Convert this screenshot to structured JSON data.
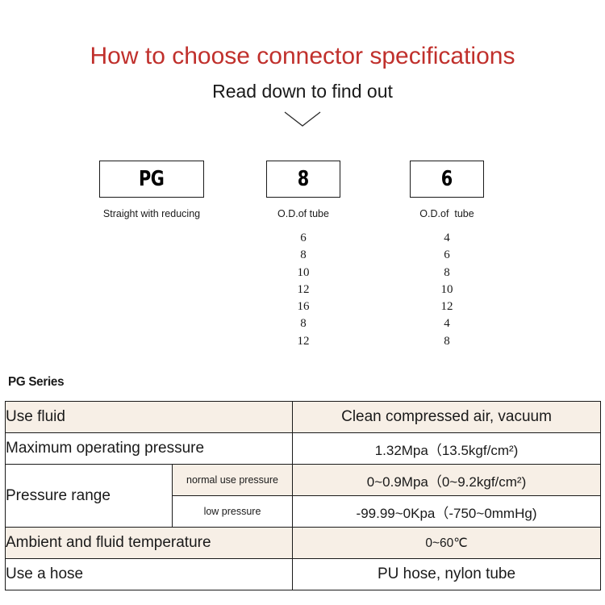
{
  "header": {
    "title": "How to choose connector specifications",
    "subtitle": "Read down to find out",
    "chevron_icon": "chevron-down-icon",
    "title_color": "#c0302c",
    "subtitle_color": "#1a1a1a"
  },
  "selector": {
    "boxes": [
      {
        "code": "PG",
        "caption": "Straight with reducing"
      },
      {
        "code": "8",
        "caption": "O.D.of tube"
      },
      {
        "code": "6",
        "caption": "O.D.of  tube"
      }
    ],
    "option_columns": [
      {
        "for": "8",
        "values": [
          "6",
          "8",
          "10",
          "12",
          "16",
          "8",
          "12"
        ]
      },
      {
        "for": "6",
        "values": [
          "4",
          "6",
          "8",
          "10",
          "12",
          "4",
          "8"
        ]
      }
    ]
  },
  "spec": {
    "heading": "PG Series",
    "tint_color": "#f7efe6",
    "rows": [
      {
        "label": "Use fluid",
        "value": "Clean compressed air, vacuum",
        "tinted": true,
        "value_size": "big"
      },
      {
        "label": "Maximum operating pressure",
        "value": "1.32Mpa（13.5kgf/cm²)",
        "tinted": false,
        "value_size": "normal"
      },
      {
        "label": "Pressure range",
        "sublabel": "normal use pressure",
        "value": "0~0.9Mpa（0~9.2kgf/cm²)",
        "tinted": true,
        "value_size": "normal"
      },
      {
        "sublabel": "low pressure",
        "value": "-99.99~0Kpa（-750~0mmHg)",
        "tinted": false,
        "value_size": "normal"
      },
      {
        "label": "Ambient and fluid temperature",
        "value": "0~60℃",
        "tinted": true,
        "value_size": "small"
      },
      {
        "label": "Use a hose",
        "value": "PU hose, nylon tube",
        "tinted": false,
        "value_size": "big"
      }
    ]
  }
}
